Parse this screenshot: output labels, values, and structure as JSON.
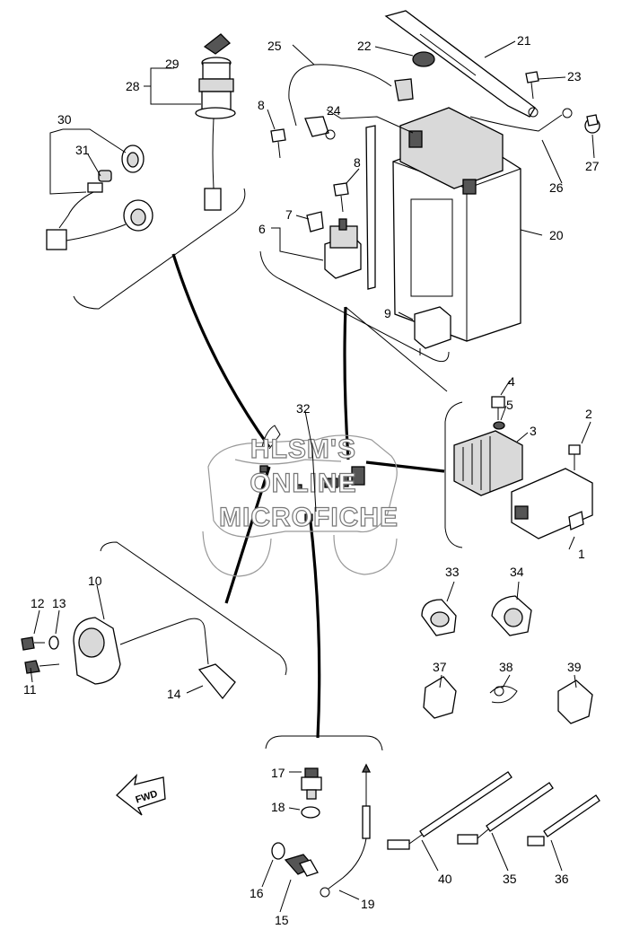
{
  "watermark": {
    "line1": "HLSM'S",
    "line2": "ONLINE",
    "line3": "MICROFICHE"
  },
  "fwd_label": "FWD",
  "callouts": {
    "c1": "1",
    "c2": "2",
    "c3": "3",
    "c4": "4",
    "c5": "5",
    "c6": "6",
    "c7": "7",
    "c8a": "8",
    "c8b": "8",
    "c9": "9",
    "c10": "10",
    "c11": "11",
    "c12": "12",
    "c13": "13",
    "c14": "14",
    "c15": "15",
    "c16": "16",
    "c17": "17",
    "c18": "18",
    "c19": "19",
    "c20": "20",
    "c21": "21",
    "c22": "22",
    "c23": "23",
    "c24": "24",
    "c25": "25",
    "c26": "26",
    "c27": "27",
    "c28": "28",
    "c29": "29",
    "c30": "30",
    "c31": "31",
    "c32": "32",
    "c33": "33",
    "c34": "34",
    "c35": "35",
    "c36": "36",
    "c37": "37",
    "c38": "38",
    "c39": "39",
    "c40": "40"
  }
}
